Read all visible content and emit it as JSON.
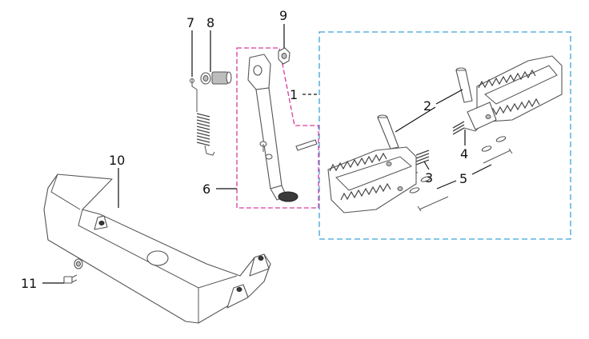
{
  "callouts": [
    {
      "id": "c1",
      "text": "1"
    },
    {
      "id": "c2",
      "text": "2"
    },
    {
      "id": "c3",
      "text": "3"
    },
    {
      "id": "c4",
      "text": "4"
    },
    {
      "id": "c5",
      "text": "5"
    },
    {
      "id": "c6",
      "text": "6"
    },
    {
      "id": "c7",
      "text": "7"
    },
    {
      "id": "c8",
      "text": "8"
    },
    {
      "id": "c9",
      "text": "9"
    },
    {
      "id": "c10",
      "text": "10"
    },
    {
      "id": "c11",
      "text": "11"
    }
  ],
  "colors": {
    "footpeg_group_box": "#3aa3d8",
    "sidestand_group_box": "#d63c9e",
    "line": "#555555"
  }
}
